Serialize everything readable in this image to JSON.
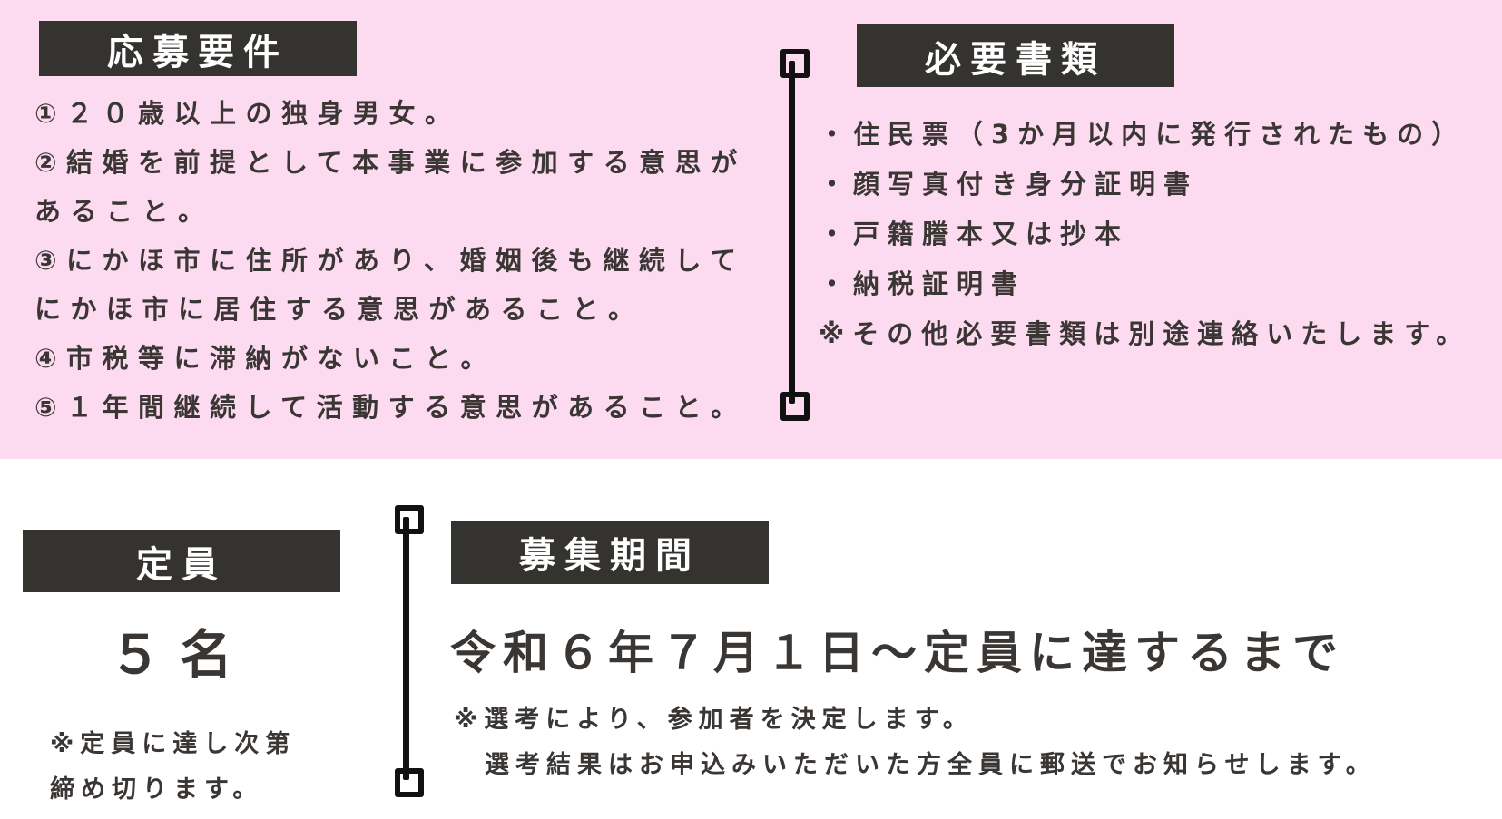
{
  "requirements": {
    "heading": "応募要件",
    "lines": [
      "①２０歳以上の独身男女。",
      "②結婚を前提として本事業に参加する意思が",
      "あること。",
      "③にかほ市に住所があり、婚姻後も継続して",
      "にかほ市に居住する意思があること。",
      "④市税等に滞納がないこと。",
      "⑤１年間継続して活動する意思があること。"
    ]
  },
  "documents": {
    "heading": "必要書類",
    "lines": [
      "・住民票（3か月以内に発行されたもの）",
      "・顔写真付き身分証明書",
      "・戸籍謄本又は抄本",
      "・納税証明書",
      "※その他必要書類は別途連絡いたします。"
    ]
  },
  "capacity": {
    "heading": "定員",
    "value": "５名",
    "notes": [
      "※定員に達し次第",
      "締め切ります。"
    ]
  },
  "period": {
    "heading": "募集期間",
    "main": "令和６年７月１日～定員に達するまで",
    "notes": [
      "※選考により、参加者を決定します。",
      "　選考結果はお申込みいただいた方全員に郵送でお知らせします。"
    ]
  },
  "colors": {
    "pink_background": "#fcdaf0",
    "heading_box": "#353330",
    "heading_text": "#ffffff",
    "body_text": "#3a3634",
    "connector": "#111111"
  }
}
